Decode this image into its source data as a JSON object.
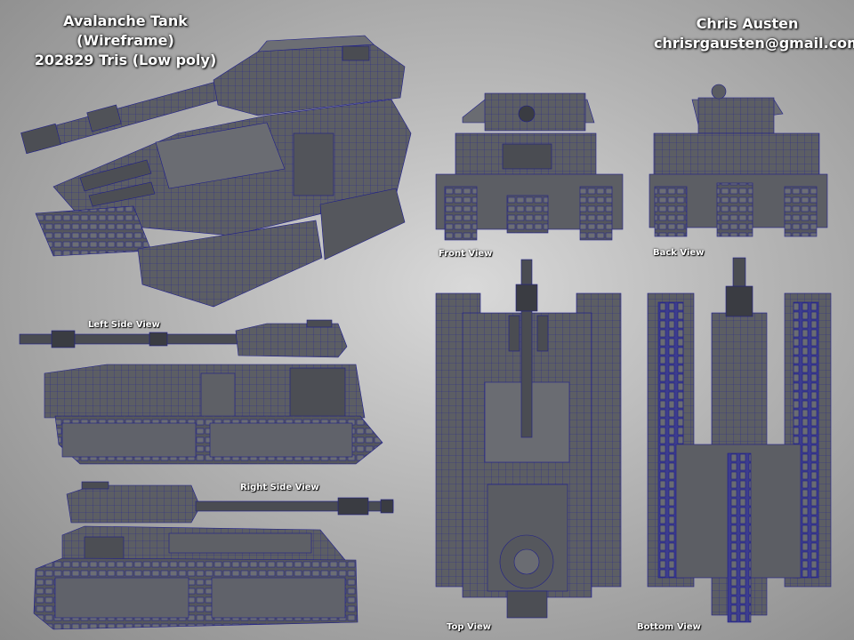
{
  "header": {
    "title_line1": "Avalanche Tank (Wireframe)",
    "title_line2": "202829 Tris (Low poly)",
    "author_name": "Chris Austen",
    "author_email": "chrisrgausten@gmail.com"
  },
  "views": {
    "left_side": "Left Side View",
    "right_side": "Right Side View",
    "front": "Front View",
    "back": "Back View",
    "top": "Top View",
    "bottom": "Bottom View"
  },
  "colors": {
    "background": "#b4b4b4",
    "hull": "#5b5d63",
    "wireframe": "#1e1e8a",
    "text": "#ffffff"
  }
}
